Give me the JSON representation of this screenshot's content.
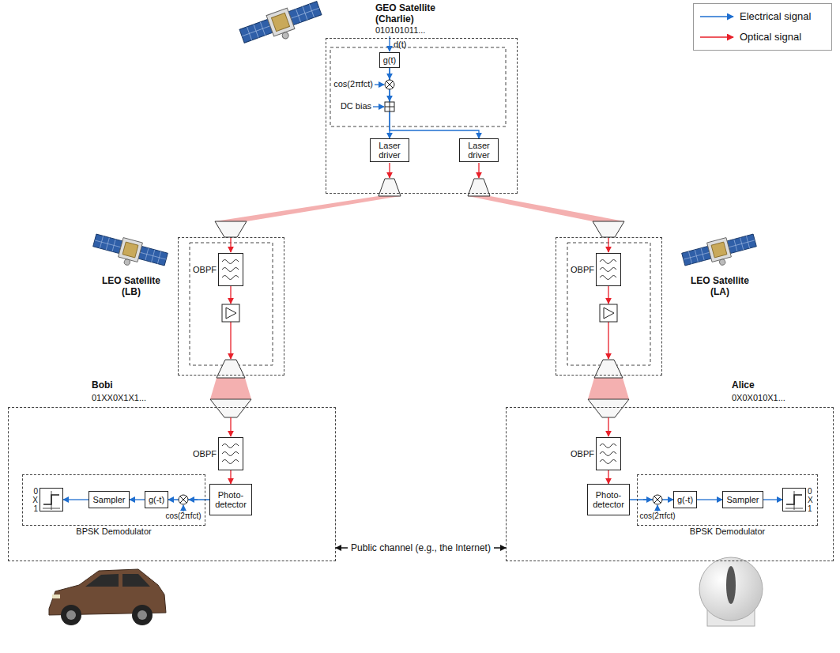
{
  "diagram": {
    "nodes": [
      {
        "text": [
          "GEO Satellite (Charlie)",
          "010101011..."
        ]
      },
      {
        "text": [
          "g(t)"
        ],
        "in": 0
      },
      {
        "text": [
          "Laser driver"
        ],
        "in": 0
      },
      {
        "text": [
          "Laser driver"
        ],
        "in": 0
      },
      {
        "text": [
          "LEO Satellite (LB)"
        ]
      },
      {
        "text": [
          "OBPF"
        ],
        "in": 4
      },
      {
        "text": [
          "LEO Satellite (LA)"
        ]
      },
      {
        "text": [
          "OBPF"
        ],
        "in": 6
      },
      {
        "text": [
          "Bobi",
          "01XX0X1X1..."
        ]
      },
      {
        "text": [
          "OBPF"
        ],
        "in": 8
      },
      {
        "text": [
          "Photo-detector"
        ],
        "in": 8
      },
      {
        "text": [
          "BPSK Demodulator"
        ],
        "in": 8
      },
      {
        "text": [
          "g(-t)"
        ],
        "in": 11
      },
      {
        "text": [
          "Sampler"
        ],
        "in": 11
      },
      {
        "text": [
          "0",
          "X",
          "1"
        ],
        "in": 11
      },
      {
        "text": [
          "Alice",
          "0X0X010X1..."
        ]
      },
      {
        "text": [
          "OBPF"
        ],
        "in": 15
      },
      {
        "text": [
          "Photo-detector"
        ],
        "in": 15
      },
      {
        "text": [
          "BPSK Demodulator"
        ],
        "in": 15
      },
      {
        "text": [
          "g(-t)"
        ],
        "in": 18
      },
      {
        "text": [
          "Sampler"
        ],
        "in": 18
      },
      {
        "text": [
          "0",
          "X",
          "1"
        ],
        "in": 18
      }
    ],
    "edges": [
      {
        "from": 1,
        "to": 2,
        "arrow": "to"
      },
      {
        "from": 1,
        "to": 3,
        "arrow": "to"
      },
      {
        "from": 9,
        "to": 10,
        "arrow": "to"
      },
      {
        "from": 10,
        "to": 12,
        "arrow": "to"
      },
      {
        "from": 12,
        "to": 13,
        "arrow": "to"
      },
      {
        "from": 13,
        "to": 14,
        "arrow": "to"
      },
      {
        "from": 16,
        "to": 17,
        "arrow": "to"
      },
      {
        "from": 17,
        "to": 19,
        "arrow": "to"
      },
      {
        "from": 19,
        "to": 20,
        "arrow": "to"
      },
      {
        "from": 20,
        "to": 21,
        "arrow": "to"
      },
      {
        "from": 8,
        "to": 15,
        "label": "Public channel (e.g., the Internet)",
        "arrow": "both"
      }
    ],
    "labels": [
      "d(t)",
      "cos(2πfct)",
      "DC bias",
      "cos(2πfct)",
      "cos(2πfct)"
    ],
    "legend": [
      {
        "text": "Electrical signal"
      },
      {
        "text": "Optical signal"
      }
    ]
  }
}
